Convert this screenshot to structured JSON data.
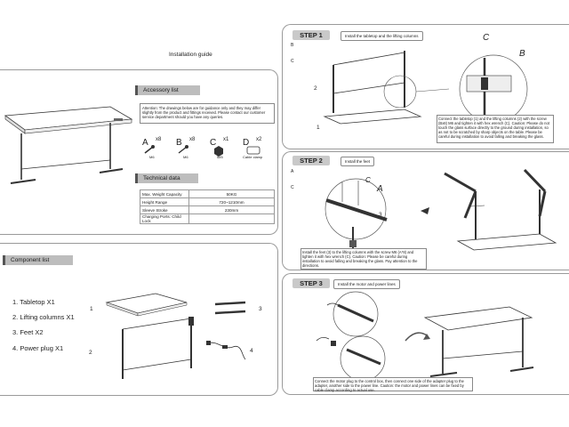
{
  "left": {
    "installation_title": "Installation guide",
    "accessory": {
      "title": "Accessory list",
      "attention": "Attention: The drawings below are for guidance only and they may differ slightly from the product and fittings received. Please contact our customer service department should you have any queries.",
      "items": [
        {
          "letter": "A",
          "count": "x8",
          "name": "M6"
        },
        {
          "letter": "B",
          "count": "x8",
          "name": "M6"
        },
        {
          "letter": "C",
          "count": "x1",
          "name": "5#5"
        },
        {
          "letter": "D",
          "count": "x2",
          "name": "Cable clamp"
        }
      ]
    },
    "technical": {
      "title": "Technical data",
      "rows": [
        {
          "label": "Max. Weight Capacity",
          "value": "50KG"
        },
        {
          "label": "Height Range",
          "value": "720~1210mm"
        },
        {
          "label": "Sleeve Stroke",
          "value": "230mm"
        },
        {
          "label": "Charging Ports: Child Lock",
          "value": ""
        }
      ]
    },
    "components": {
      "title": "Component list",
      "items": [
        "1. Tabletop X1",
        "2. Lifting columns X1",
        "3. Feet X2",
        "4. Power plug X1"
      ],
      "callouts": [
        "1",
        "2",
        "3",
        "4"
      ]
    }
  },
  "steps": [
    {
      "tag": "STEP 1",
      "subtitle": "Install the tabletop and the lifting columns",
      "hardware": [
        "B",
        "C"
      ],
      "labels": [
        "C",
        "B",
        "2",
        "1"
      ],
      "note": "Connect the tabletop (1) and the lifting columns (2) with the screw (Bx8) M6 and tighten it with hex wrench (C). Caution: Please do not touch the glass surface directly to the ground during installation, so as not to be scratched by sharp objects on the table. Please be careful during installation to avoid falling and breaking the glass."
    },
    {
      "tag": "STEP 2",
      "subtitle": "Install the feet",
      "hardware": [
        "A",
        "C"
      ],
      "labels": [
        "C",
        "A",
        "3"
      ],
      "note": "Install the feet (3) to the lifting columns with the screw M6 (A*8) and tighten it with hex wrench (C). Caution: Please be careful during installation to avoid falling and breaking the glass. Pay attention to the directions."
    },
    {
      "tag": "STEP 3",
      "subtitle": "Install the motor and power lines",
      "note": "Connect the motor plug to the control box, then connect one side of the adapter plug to the adapter, another side to the power line. Caution: the motor and power lines can be fixed by cable clamp according to actual use."
    }
  ]
}
